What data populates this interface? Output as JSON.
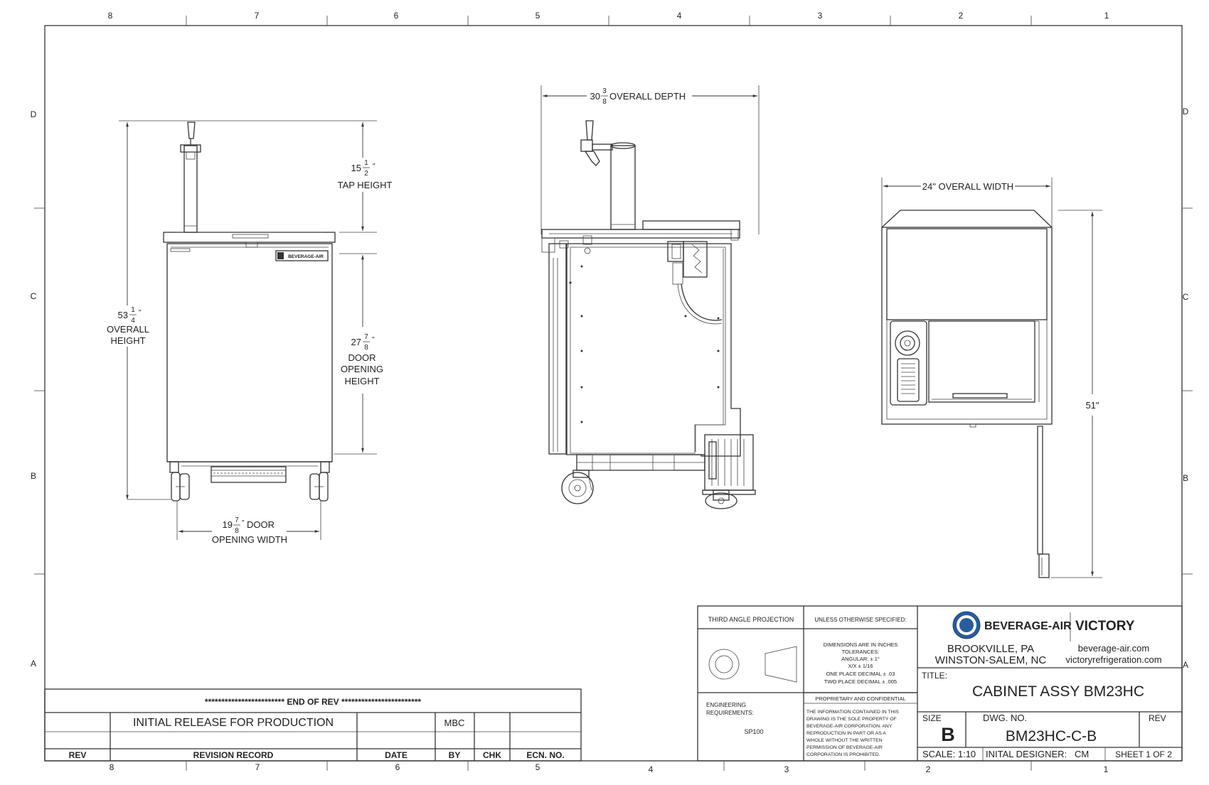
{
  "zones": {
    "top": [
      "8",
      "7",
      "6",
      "5",
      "4",
      "3",
      "2",
      "1"
    ],
    "bottom": [
      "8",
      "7",
      "6",
      "5",
      "4",
      "3",
      "2",
      "1"
    ],
    "left": [
      "D",
      "C",
      "B",
      "A"
    ],
    "right": [
      "D",
      "C",
      "B",
      "A"
    ]
  },
  "front_view": {
    "tap_height_value": "15",
    "tap_height_frac_num": "1",
    "tap_height_frac_den": "2",
    "tap_height_label": "TAP HEIGHT",
    "overall_height_value": "53",
    "overall_height_frac_num": "1",
    "overall_height_frac_den": "4",
    "overall_height_label_1": "OVERALL",
    "overall_height_label_2": "HEIGHT",
    "door_height_value": "27",
    "door_height_frac_num": "7",
    "door_height_frac_den": "8",
    "door_height_label_1": "DOOR",
    "door_height_label_2": "OPENING",
    "door_height_label_3": "HEIGHT",
    "door_width_value": "19",
    "door_width_frac_num": "7",
    "door_width_frac_den": "8",
    "door_width_label_1": "DOOR",
    "door_width_label_2": "OPENING WIDTH",
    "badge_text": "BEVERAGE-AIR"
  },
  "side_view": {
    "depth_value": "30",
    "depth_frac_num": "3",
    "depth_frac_den": "8",
    "depth_label": "OVERALL DEPTH"
  },
  "top_view": {
    "width_label": "24\" OVERALL WIDTH",
    "height_label": "51\""
  },
  "revision_table": {
    "end_of_rev": "************************ END OF REV ************************",
    "row1_desc": "INITIAL RELEASE FOR PRODUCTION",
    "row1_by": "MBC",
    "headers": {
      "rev": "REV",
      "record": "REVISION RECORD",
      "date": "DATE",
      "by": "BY",
      "chk": "CHK",
      "ecn": "ECN. NO."
    }
  },
  "title_block": {
    "projection": "THIRD ANGLE PROJECTION",
    "unless": "UNLESS OTHERWISE SPECIFIED:",
    "tolerances": [
      "DIMENSIONS ARE IN INCHES",
      "TOLERANCES:",
      "ANGULAR: ± 1°",
      "X/X ± 1/16",
      "ONE PLACE DECIMAL ± .03",
      "TWO PLACE DECIMAL ± .005"
    ],
    "eng_req_1": "ENGINEERING",
    "eng_req_2": "REQUIREMENTS:",
    "eng_req_value": "SP100",
    "proprietary_title": "PROPRIETARY AND CONFIDENTIAL",
    "proprietary_text": [
      "THE INFORMATION CONTAINED IN THIS",
      "DRAWING IS THE SOLE PROPERTY OF",
      "BEVERAGE-AIR CORPORATION. ANY",
      "REPRODUCTION IN PART OR AS A",
      "WHOLE WITHOUT THE WRITTEN",
      "PERMISSION OF BEVERAGE-AIR",
      "CORPORATION IS PROHIBITED."
    ],
    "brand_1": "BEVERAGE-AIR",
    "brand_2": "VICTORY",
    "city_1": "BROOKVILLE, PA",
    "city_2": "WINSTON-SALEM, NC",
    "web_1": "beverage-air.com",
    "web_2": "victoryrefrigeration.com",
    "title_label": "TITLE:",
    "title_value": "CABINET ASSY BM23HC",
    "size_label": "SIZE",
    "size_value": "B",
    "dwg_label": "DWG. NO.",
    "dwg_value": "BM23HC-C-B",
    "rev_label": "REV",
    "scale": "SCALE: 1:10",
    "designer_label": "INITAL DESIGNER:",
    "designer_value": "CM",
    "sheet": "SHEET 1 OF 2"
  },
  "colors": {
    "line": "#333333",
    "logo_blue": "#2a5c9a"
  }
}
